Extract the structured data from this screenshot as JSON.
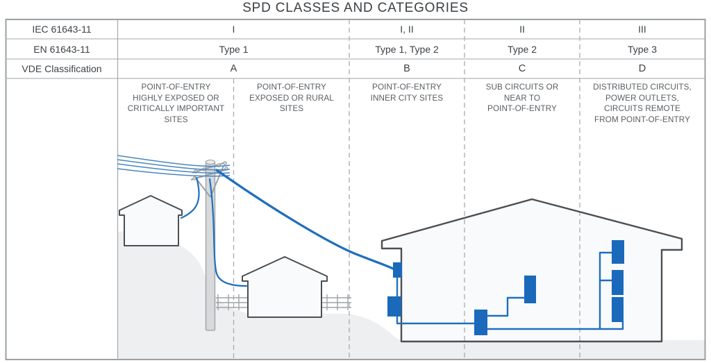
{
  "title": "SPD CLASSES AND CATEGORIES",
  "table": {
    "row_labels": [
      "IEC 61643-11",
      "EN 61643-11",
      "VDE Classification"
    ],
    "columns": [
      {
        "iec": "I",
        "en": "Type 1",
        "vde": "A"
      },
      {
        "iec": "I, II",
        "en": "Type 1, Type 2",
        "vde": "B"
      },
      {
        "iec": "II",
        "en": "Type 2",
        "vde": "C"
      },
      {
        "iec": "III",
        "en": "Type 3",
        "vde": "D"
      }
    ],
    "descriptions": [
      "POINT-OF-ENTRY\nHIGHLY EXPOSED OR\nCRITICALLY IMPORTANT\nSITES",
      "POINT-OF-ENTRY\nEXPOSED OR RURAL\nSITES",
      "POINT-OF-ENTRY\nINNER CITY SITES",
      "SUB CIRCUITS OR\nNEAR TO\nPOINT-OF-ENTRY",
      "DISTRIBUTED CIRCUITS,\nPOWER OUTLETS,\nCIRCUITS REMOTE\nFROM POINT-OF-ENTRY"
    ]
  },
  "colors": {
    "wire_blue": "#1e6fbf",
    "box_blue": "#1a69bb",
    "powerline_blue": "#4a85c2",
    "ground_gray": "#edeff0",
    "border_gray": "#9ba0a3",
    "house_outline": "#4b4f53"
  },
  "illustration": {
    "elements": [
      "overhead-power-lines",
      "utility-pole",
      "exposed-site-house",
      "rural-site-house",
      "building-cross-section",
      "fences",
      "spd-devices"
    ],
    "spd_device_count": 7
  }
}
